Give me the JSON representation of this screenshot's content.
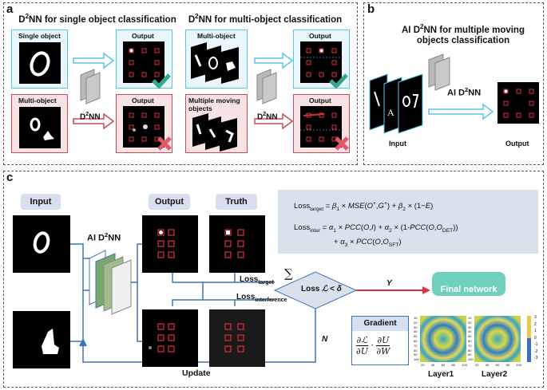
{
  "panel_a": {
    "letter": "a",
    "title_single": "D2NN for single object classification",
    "title_multi": "D2NN for multi-object classification",
    "single_object": "Single object",
    "output": "Output",
    "multi_object": "Multi-object",
    "multiple_moving": "Multiple moving objects",
    "d2nn": "D2NN"
  },
  "panel_b": {
    "letter": "b",
    "title": "AI D2NN for multiple moving objects classification",
    "ai_d2nn": "AI D2NN",
    "input": "Input",
    "output": "Output"
  },
  "panel_c": {
    "letter": "c",
    "input": "Input",
    "ai_d2nn": "AI D2NN",
    "output": "Output",
    "truth": "Truth",
    "loss_target_eq": "Losstarget = β1 × MSE(O+,G+) + β2 × (1−E)",
    "loss_inter_eq1": "Lossinter = α1 × PCC(O,I) + α2 × (1-PCC(O,ODET))",
    "loss_inter_eq2": "+ α3 × PCC(O,OSFT)",
    "loss_target": "Losstarget",
    "loss_interference": "Lossinterference",
    "sum": "∑",
    "loss_condition": "Loss ℒ < δ",
    "y": "Y",
    "n": "N",
    "final": "Final network",
    "gradient": "Gradient",
    "update": "Update",
    "layer1": "Layer1",
    "layer2": "Layer2",
    "colorbar_ticks": [
      "3",
      "2",
      "1",
      "0",
      "-1",
      "-2",
      "-3"
    ],
    "axis_ticks_y": [
      "10",
      "20",
      "30",
      "40",
      "50",
      "60",
      "70",
      "80",
      "90",
      "100"
    ],
    "axis_ticks_x": [
      "20",
      "40",
      "60",
      "80",
      "100"
    ]
  },
  "colors": {
    "blue": "#5bc3e8",
    "red": "#c84a58",
    "green": "#6fd0bb",
    "pill": "#d7dff1",
    "eqbox": "#d9e1ec"
  }
}
